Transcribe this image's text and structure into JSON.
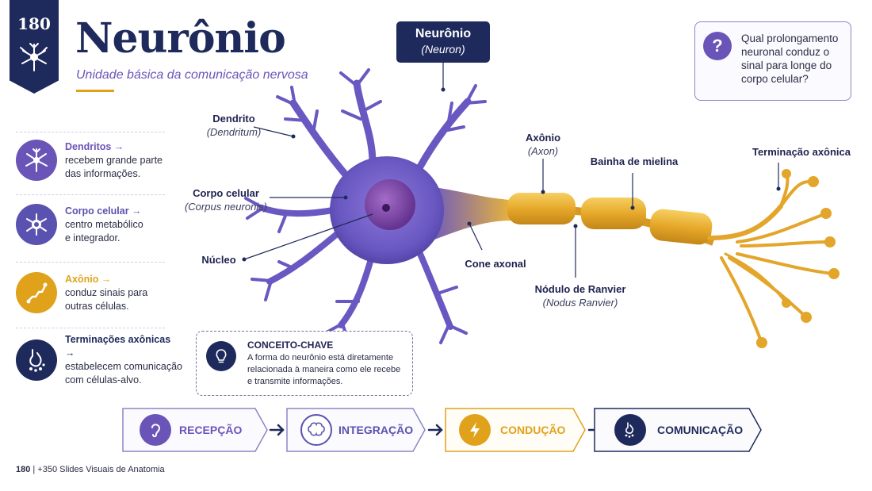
{
  "badge": {
    "number": "180"
  },
  "header": {
    "title": "Neurônio",
    "subtitle": "Unidade básica da comunicação nervosa"
  },
  "neuron_box": {
    "name": "Neurônio",
    "latin": "(Neuron)"
  },
  "question": {
    "icon": "question-icon",
    "text": "Qual prolongamento neuronal conduz o sinal para longe do corpo celular?"
  },
  "sidebar": {
    "items": [
      {
        "title": "Dendritos →",
        "text1": "recebem grande parte",
        "text2": "das informações.",
        "color": "#6b54b8",
        "icon": "dendrite-icon"
      },
      {
        "title": "Corpo celular →",
        "text1": "centro metabólico",
        "text2": "e integrador.",
        "color": "#5a52b0",
        "icon": "cell-body-icon"
      },
      {
        "title": "Axônio →",
        "text1": "conduz sinais para",
        "text2": "outras células.",
        "color": "#e0a21a",
        "icon": "axon-icon"
      },
      {
        "title": "Terminações axônicas →",
        "text1": "estabelecem comunicação",
        "text2": "com células-alvo.",
        "color": "#1f2a5c",
        "icon": "synapse-icon"
      }
    ]
  },
  "labels": {
    "dendrito": {
      "name": "Dendrito",
      "latin": "(Dendritum)"
    },
    "corpo": {
      "name": "Corpo celular",
      "latin": "(Corpus neuronis)"
    },
    "nucleo": {
      "name": "Núcleo"
    },
    "axonio": {
      "name": "Axônio",
      "latin": "(Axon)"
    },
    "mielina": {
      "name": "Bainha de mielina"
    },
    "terminacao": {
      "name": "Terminação axônica"
    },
    "cone": {
      "name": "Cone axonal"
    },
    "ranvier": {
      "name": "Nódulo de Ranvier",
      "latin": "(Nodus Ranvier)"
    }
  },
  "concept": {
    "title": "CONCEITO-CHAVE",
    "line1": "A forma do neurônio está diretamente",
    "line2": "relacionada à maneira como ele recebe",
    "line3": "e transmite informações.",
    "icon": "lightbulb-icon"
  },
  "flow": [
    {
      "label": "RECEPÇÃO",
      "color": "#6b54b8",
      "icon": "ear-icon"
    },
    {
      "label": "INTEGRAÇÃO",
      "color": "#5a52b0",
      "icon": "brain-icon"
    },
    {
      "label": "CONDUÇÃO",
      "color": "#e0a21a",
      "icon": "lightning-icon"
    },
    {
      "label": "COMUNICAÇÃO",
      "color": "#1f2a5c",
      "icon": "synapse-icon"
    }
  ],
  "footer": {
    "number": "180",
    "text": "+350 Slides Visuais de Anatomia"
  }
}
